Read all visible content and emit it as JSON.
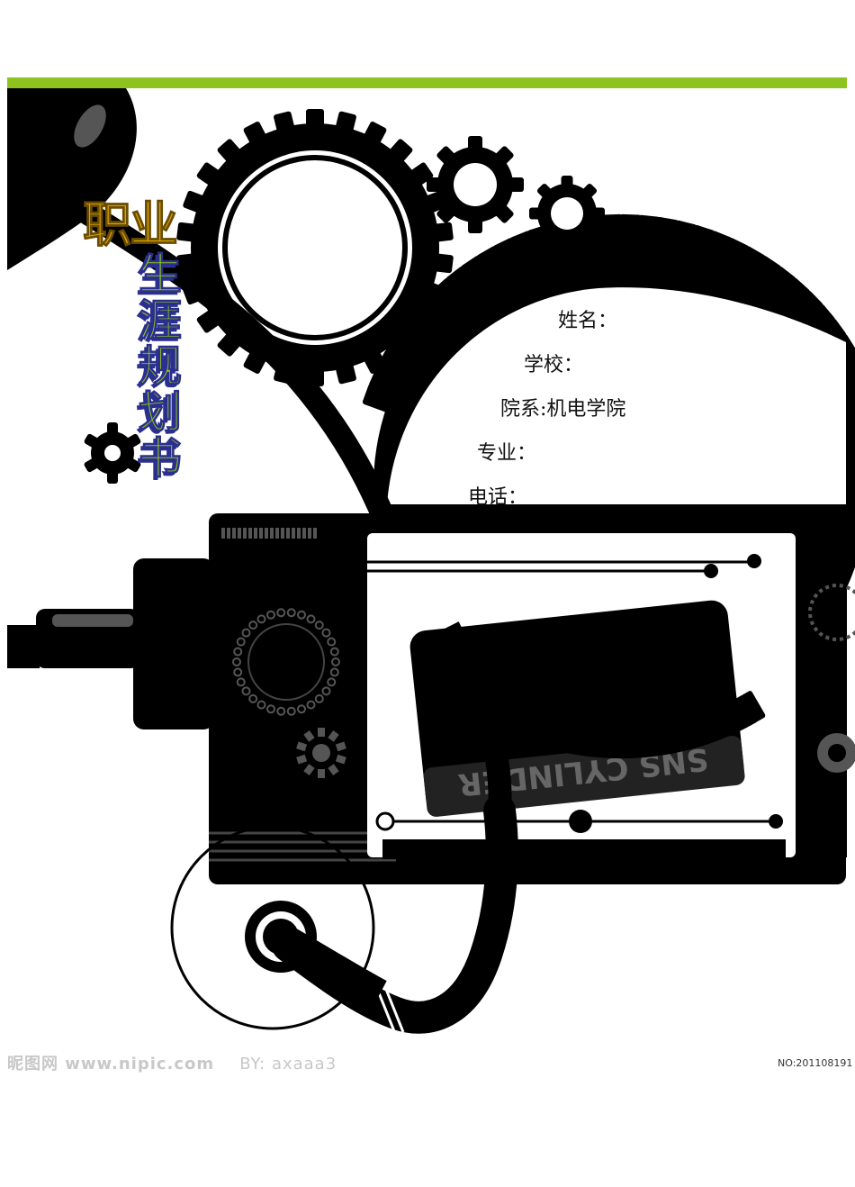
{
  "cover": {
    "title_top": "职业",
    "title_vertical": [
      "生",
      "涯",
      "规",
      "划",
      "书"
    ],
    "fields": [
      {
        "label": "姓名：",
        "value": ""
      },
      {
        "label": "学校：",
        "value": ""
      },
      {
        "label": "院系:",
        "value": "机电学院"
      },
      {
        "label": "专业：",
        "value": ""
      },
      {
        "label": "电话：",
        "value": ""
      }
    ],
    "cylinder_text": "SNS CYLINDER"
  },
  "watermark": {
    "site": "昵图网 www.nipic.com",
    "author": "BY: axaaa3",
    "id": "NO:201108191"
  },
  "colors": {
    "accent_green": "#8dc31e",
    "title_gold": "#d9a400",
    "title_navy": "#2b2f8f",
    "art_black": "#000000"
  }
}
